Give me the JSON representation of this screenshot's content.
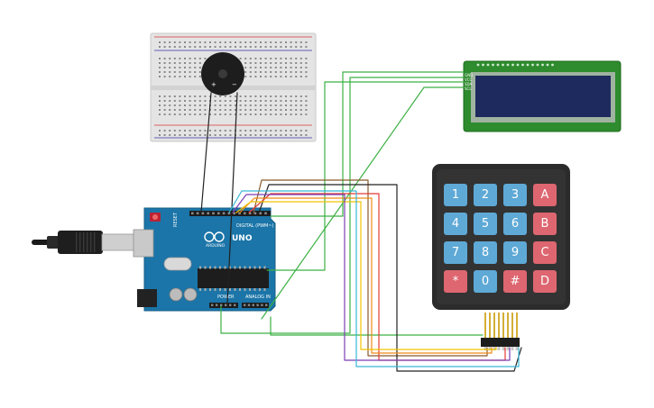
{
  "breadboard": {
    "holes_cols": 30
  },
  "buzzer": {
    "plus_label": "+",
    "minus_label": "−"
  },
  "arduino": {
    "brand_text": "ARDUINO",
    "model_text": "UNO",
    "digital_label": "DIGITAL (PWM~)",
    "power_label": "POWER",
    "analog_label": "ANALOG IN",
    "reset_label": "RESET"
  },
  "lcd": {
    "pins": [
      "GND",
      "VCC",
      "SDA",
      "SCL"
    ],
    "colors": {
      "board": "#2e8b2e",
      "screen": "#1e2a5e"
    }
  },
  "keypad": {
    "rows": [
      [
        {
          "label": "1",
          "kind": "num"
        },
        {
          "label": "2",
          "kind": "num"
        },
        {
          "label": "3",
          "kind": "num"
        },
        {
          "label": "A",
          "kind": "letter"
        }
      ],
      [
        {
          "label": "4",
          "kind": "num"
        },
        {
          "label": "5",
          "kind": "num"
        },
        {
          "label": "6",
          "kind": "num"
        },
        {
          "label": "B",
          "kind": "letter"
        }
      ],
      [
        {
          "label": "7",
          "kind": "num"
        },
        {
          "label": "8",
          "kind": "num"
        },
        {
          "label": "9",
          "kind": "num"
        },
        {
          "label": "C",
          "kind": "letter"
        }
      ],
      [
        {
          "label": "*",
          "kind": "letter"
        },
        {
          "label": "0",
          "kind": "num"
        },
        {
          "label": "#",
          "kind": "letter"
        },
        {
          "label": "D",
          "kind": "letter"
        }
      ]
    ],
    "colors": {
      "num": "#5ea9d6",
      "letter": "#dd6670",
      "body": "#2b2b2b"
    }
  },
  "wire_colors": {
    "green": "#3cb043",
    "black": "#222222",
    "brown": "#8b5a2b",
    "red": "#e53935",
    "orange": "#ef8a17",
    "yellow": "#f2c200",
    "purple": "#7b3fb3",
    "cyan": "#38b8d8"
  }
}
